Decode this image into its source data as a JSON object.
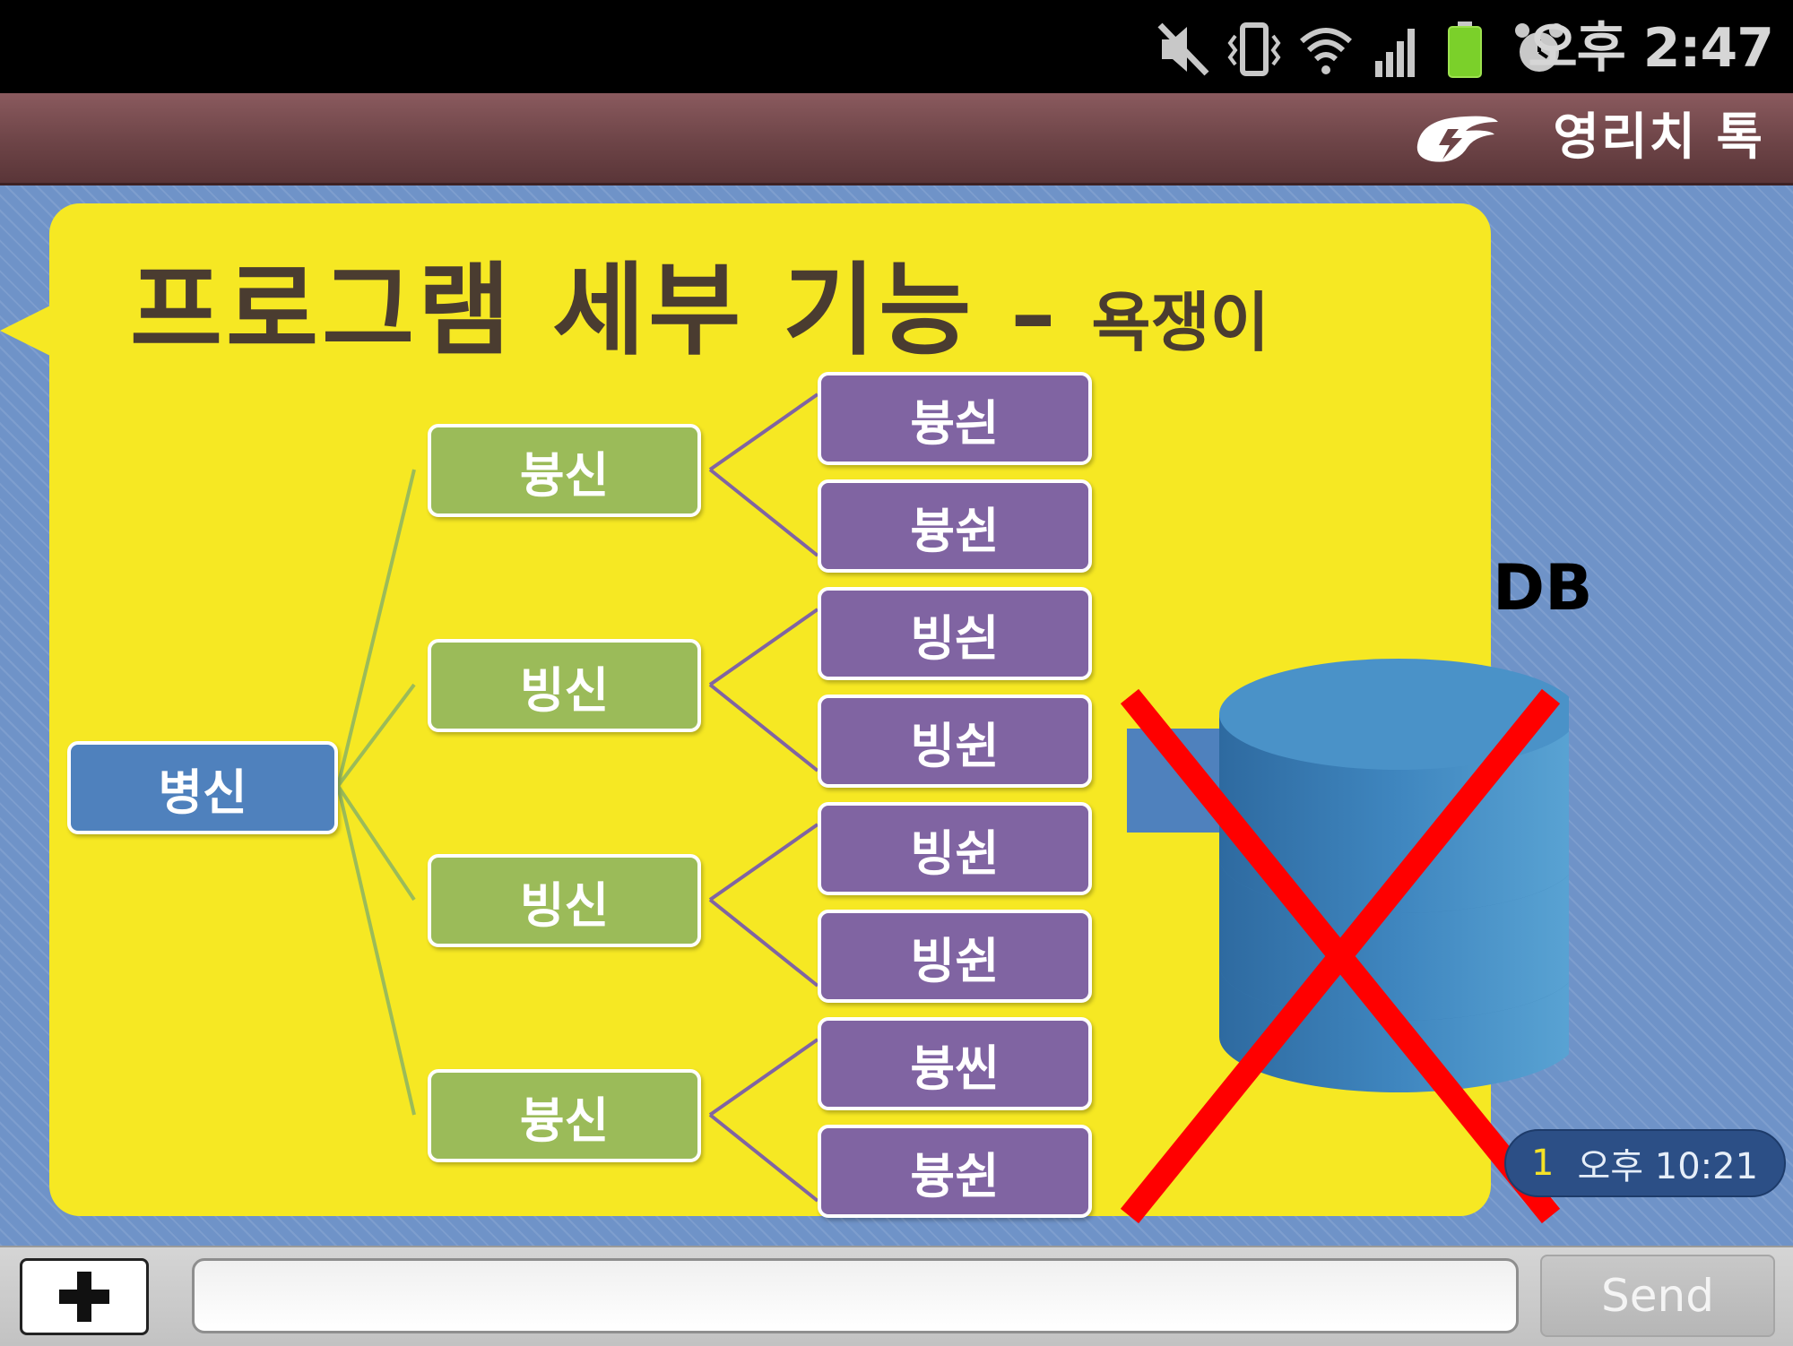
{
  "status_bar": {
    "time": "오후 2:47",
    "icons": [
      "mute-icon",
      "vibrate-icon",
      "wifi-icon",
      "signal-icon",
      "battery-icon",
      "alarm-icon"
    ]
  },
  "app_bar": {
    "title": "영리치 톡",
    "logo": "app-logo-icon"
  },
  "message": {
    "slide": {
      "title": "프로그램 세부 기능",
      "separator": "–",
      "subtitle": "욕쟁이",
      "root": "병신",
      "groups": [
        {
          "label": "븅신",
          "children": [
            "븅싄",
            "븅쉰"
          ]
        },
        {
          "label": "빙신",
          "children": [
            "빙싄",
            "빙쉰"
          ]
        },
        {
          "label": "빙신",
          "children": [
            "빙쉰",
            "빙쉰"
          ]
        },
        {
          "label": "븅신",
          "children": [
            "븅씬",
            "븅쉰"
          ]
        }
      ],
      "db_label": "DB"
    },
    "unread_count": "1",
    "timestamp": "오후 10:21"
  },
  "input_bar": {
    "attach_icon": "plus-icon",
    "message_value": "",
    "send_label": "Send"
  },
  "colors": {
    "bubble": "#f6e823",
    "root_node": "#4f81bd",
    "level1_node": "#9bbb59",
    "level2_node": "#8064a2",
    "cross": "#ff0000",
    "db": "#3a7fb5"
  }
}
